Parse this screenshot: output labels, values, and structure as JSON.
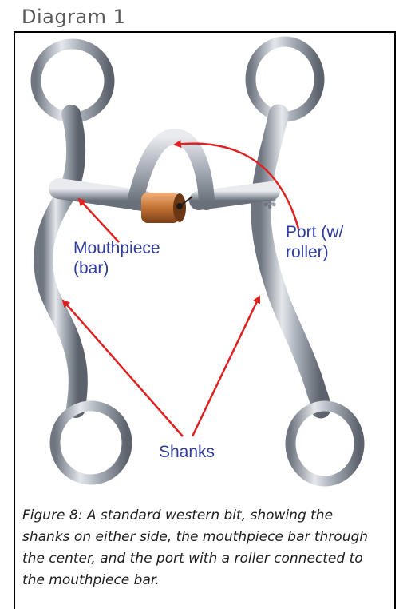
{
  "header": {
    "title": "Diagram 1"
  },
  "figure": {
    "labels": {
      "mouthpiece": "Mouthpiece\n(bar)",
      "port": "Port (w/\nroller)",
      "shanks": "Shanks"
    },
    "colors": {
      "label_text": "#2f3b9c",
      "arrow": "#e02020",
      "metal": "#b8bcc4",
      "roller": "#c07a35"
    }
  },
  "caption": "Figure 8: A standard western bit, showing the shanks on either side, the mouthpiece bar through the center, and the port with a roller connected to the mouthpiece bar."
}
